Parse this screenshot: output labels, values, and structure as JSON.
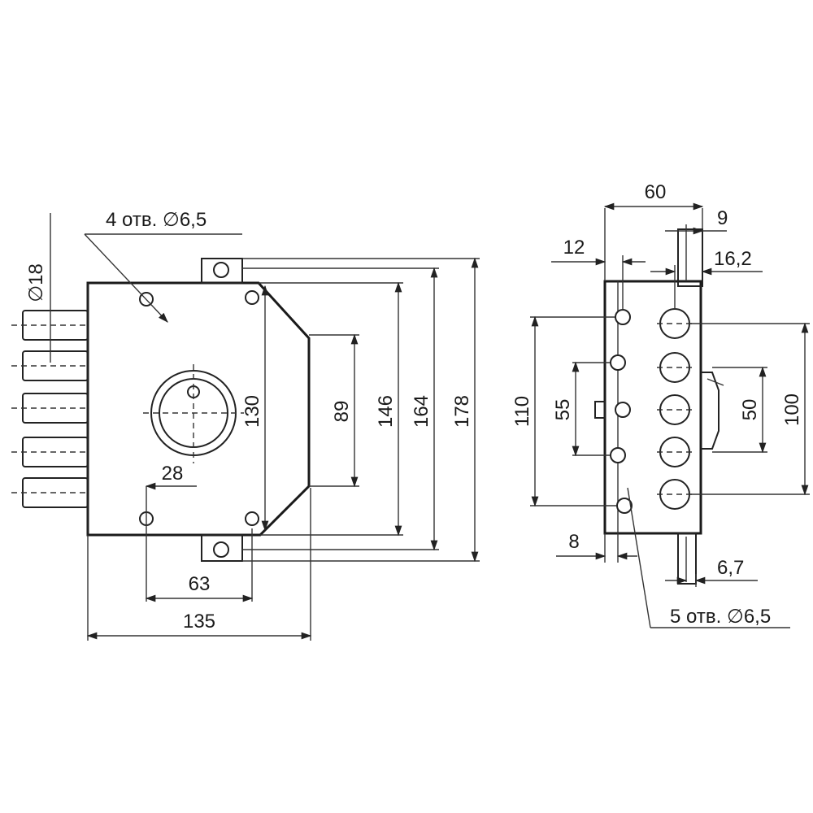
{
  "front_view": {
    "holes_note": "4 отв. ∅6,5",
    "bolt_diameter": "∅18",
    "dim_28": "28",
    "dim_63": "63",
    "dim_135": "135",
    "dim_130": "130",
    "dim_89": "89",
    "dim_146": "146",
    "dim_164": "164",
    "dim_178": "178"
  },
  "side_view": {
    "dim_60": "60",
    "dim_9": "9",
    "dim_12": "12",
    "dim_16_2": "16,2",
    "dim_110": "110",
    "dim_55": "55",
    "dim_50": "50",
    "dim_100": "100",
    "dim_8": "8",
    "dim_6_7": "6,7",
    "holes_note": "5 отв. ∅6,5"
  }
}
